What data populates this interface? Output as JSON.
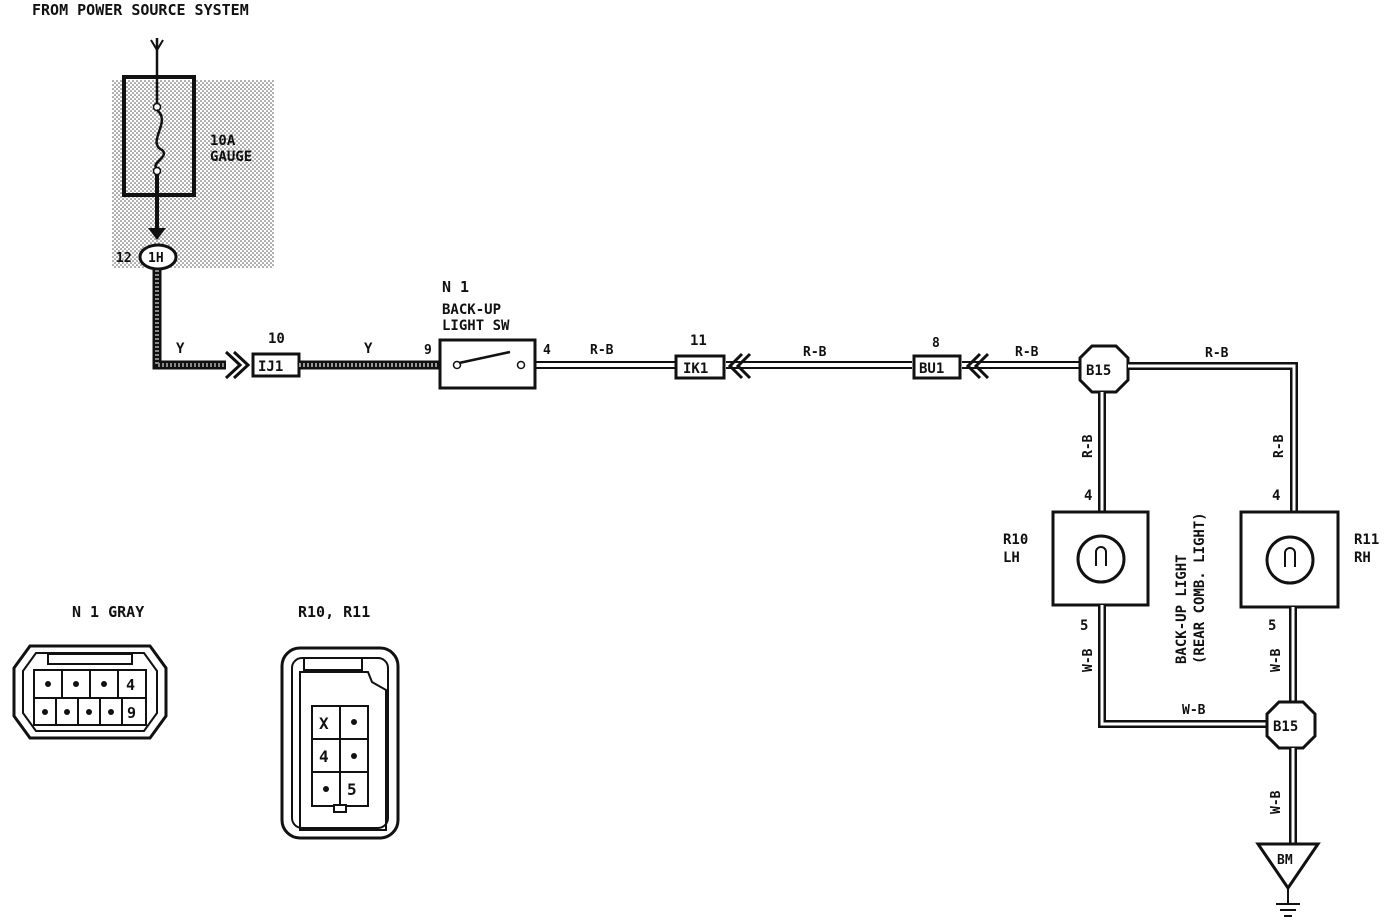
{
  "header": {
    "source_label": "FROM POWER SOURCE SYSTEM"
  },
  "fuse": {
    "rating": "10A",
    "name": "GAUGE"
  },
  "connectors": {
    "j1h": {
      "pin": "12",
      "name": "1H"
    },
    "ij1": {
      "pin": "10",
      "name": "IJ1"
    },
    "ik1": {
      "pin": "11",
      "name": "IK1"
    },
    "bu1": {
      "pin": "8",
      "name": "BU1"
    },
    "b15_top": {
      "name": "B15"
    },
    "b15_bottom": {
      "name": "B15"
    },
    "ground": {
      "name": "BM"
    }
  },
  "switch": {
    "id": "N 1",
    "name_line1": "BACK-UP",
    "name_line2": "LIGHT SW",
    "pin_in": "9",
    "pin_out": "4"
  },
  "wires": {
    "y1": "Y",
    "y2": "Y",
    "rb1": "R-B",
    "rb2": "R-B",
    "rb3": "R-B",
    "rb4": "R-B",
    "rb_lh": "R-B",
    "rb_rh": "R-B",
    "wb_lh": "W-B",
    "wb_rh": "W-B",
    "wb_mid": "W-B",
    "wb_gnd": "W-B"
  },
  "lamps": {
    "lh": {
      "id": "R10",
      "side": "LH",
      "pin_top": "4",
      "pin_bottom": "5"
    },
    "rh": {
      "id": "R11",
      "side": "RH",
      "pin_top": "4",
      "pin_bottom": "5"
    },
    "caption_line1": "BACK-UP LIGHT",
    "caption_line2": "(REAR COMB. LIGHT)"
  },
  "connector_views": {
    "n1": {
      "title": "N 1 GRAY",
      "pin_4": "4",
      "pin_9": "9"
    },
    "r10r11": {
      "title": "R10, R11",
      "pin_x": "X",
      "pin_4": "4",
      "pin_5": "5"
    }
  }
}
